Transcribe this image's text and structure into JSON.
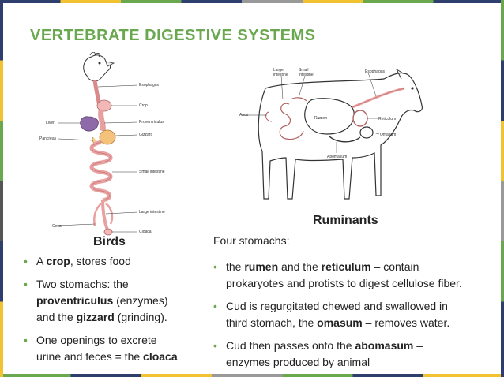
{
  "title": "VERTEBRATE DIGESTIVE SYSTEMS",
  "accent_color": "#6aa84f",
  "birds": {
    "heading": "Birds",
    "figure_labels": {
      "esophagus": "Esophagus",
      "crop": "Crop",
      "liver": "Liver",
      "proventriculus": "Proventriculus",
      "pancreas": "Pancreas",
      "gizzard": "Gizzard",
      "small_intestine": "Small intestine",
      "large_intestine": "Large intestine",
      "cloaca": "Cloaca",
      "cecum": "Ceca"
    },
    "bullets": [
      {
        "pre": "A ",
        "bold": "crop",
        "post": ", stores food"
      },
      {
        "line1": "Two stomachs: the",
        "bold1": "proventriculus",
        "post1": " (enzymes)",
        "line3_pre": "and the ",
        "bold2": "gizzard",
        "post2": " (grinding)."
      },
      {
        "line1": "One openings to excrete",
        "line2_pre": "urine and feces = the ",
        "bold": "cloaca"
      }
    ]
  },
  "ruminants": {
    "heading": "Ruminants",
    "intro": "Four stomachs:",
    "figure_labels": {
      "large_intestine": "Large intestine",
      "small_intestine": "Small intestine",
      "esophagus": "Esophagus",
      "anus": "Anus",
      "rumen": "Rumen",
      "reticulum": "Reticulum",
      "omasum": "Omasum",
      "abomasum": "Abomasum"
    },
    "bullets": [
      {
        "pre": "the ",
        "bold1": "rumen",
        "mid": " and the ",
        "bold2": "reticulum",
        "post": " – contain",
        "line2": "prokaryotes and protists to digest cellulose fiber."
      },
      {
        "line1": "Cud is regurgitated chewed and swallowed in",
        "line2_pre": "third stomach, the ",
        "bold": "omasum",
        "post": " – removes water."
      },
      {
        "pre": "Cud then passes onto the ",
        "bold": "abomasum",
        "post": " –",
        "line2": "enzymes produced by animal"
      }
    ]
  }
}
